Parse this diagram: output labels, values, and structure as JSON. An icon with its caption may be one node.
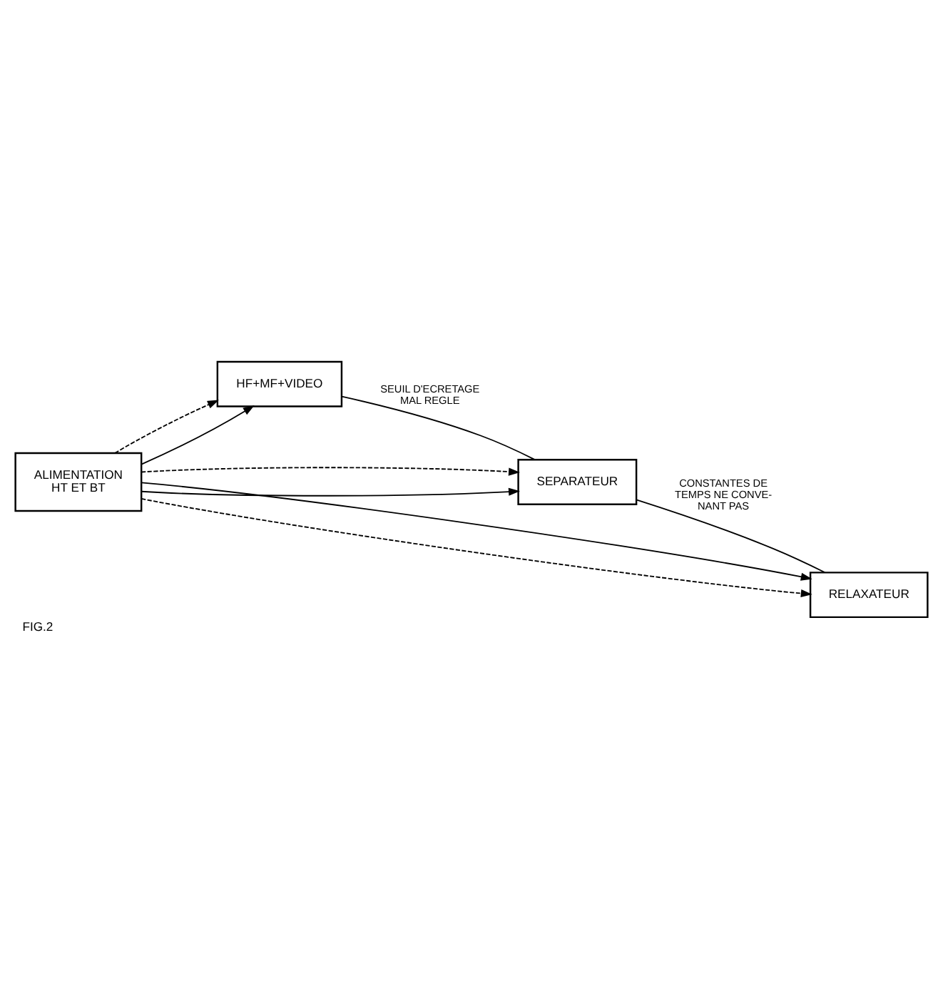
{
  "diagram": {
    "caption": "FIG.2",
    "nodes": [
      {
        "text": [
          "ALIMENTATION HT ET BT"
        ]
      },
      {
        "text": [
          "HF+MF+VIDEO"
        ]
      },
      {
        "text": [
          "SEPARATEUR"
        ]
      },
      {
        "text": [
          "RELAXATEUR"
        ]
      }
    ],
    "edges": [
      {
        "from": 0,
        "to": 1,
        "arrow": "to"
      },
      {
        "from": 0,
        "to": 1,
        "arrow": "to",
        "style": "dashed"
      },
      {
        "from": 0,
        "to": 2,
        "arrow": "to"
      },
      {
        "from": 0,
        "to": 2,
        "arrow": "to",
        "style": "dashed"
      },
      {
        "from": 0,
        "to": 3,
        "arrow": "to",
        "style": "dashed"
      },
      {
        "from": 0,
        "to": 3,
        "arrow": "to"
      },
      {
        "from": 1,
        "to": 2,
        "arrow": "none",
        "label": "SEUIL D'ECRETAGE MAL REGLE"
      },
      {
        "from": 2,
        "to": 3,
        "arrow": "none",
        "label": "CONSTANTES DE TEMPS NE CONVE- NANT PAS"
      }
    ]
  }
}
